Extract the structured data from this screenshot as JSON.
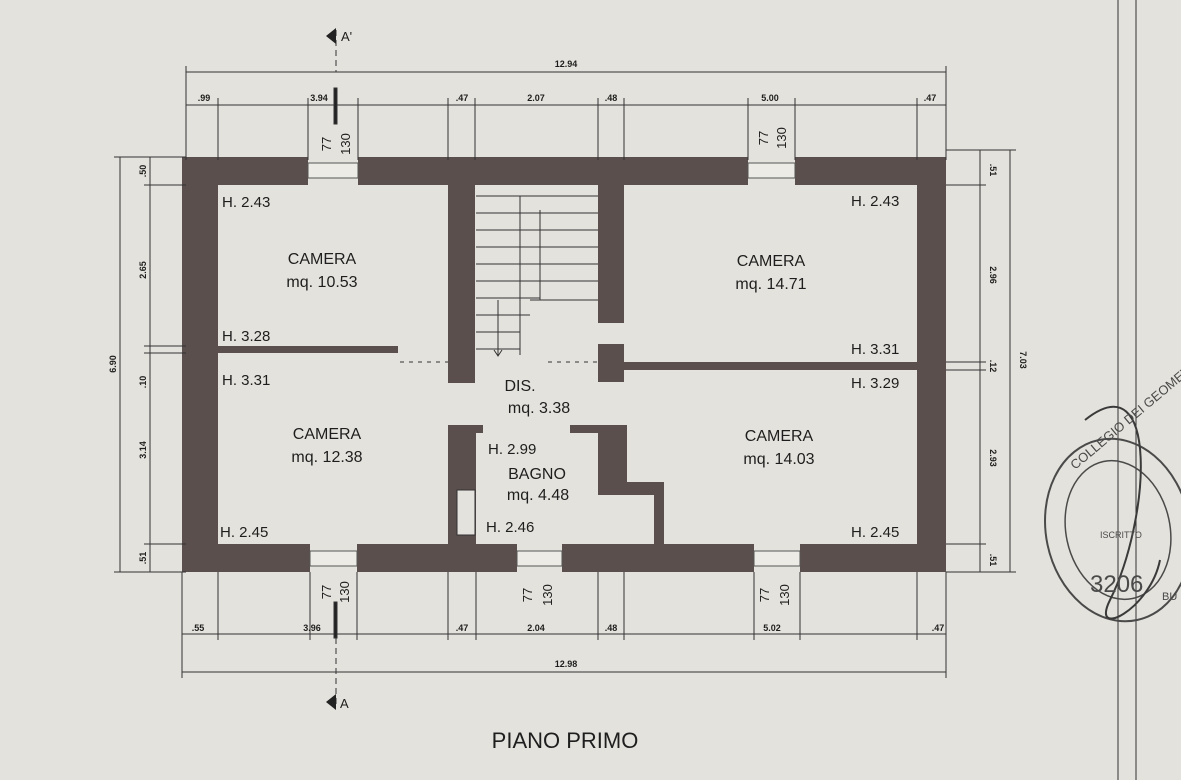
{
  "title": "PIANO PRIMO",
  "rooms": [
    {
      "name": "CAMERA",
      "area": "mq. 10.53"
    },
    {
      "name": "CAMERA",
      "area": "mq. 14.71"
    },
    {
      "name": "CAMERA",
      "area": "mq. 12.38"
    },
    {
      "name": "CAMERA",
      "area": "mq. 14.03"
    },
    {
      "name": "DIS.",
      "area": "mq. 3.38"
    },
    {
      "name": "BAGNO",
      "area": "mq. 4.48"
    }
  ],
  "heights": [
    "H. 2.43",
    "H. 2.43",
    "H. 3.28",
    "H. 3.31",
    "H. 3.31",
    "H. 3.29",
    "H. 2.99",
    "H. 2.45",
    "H. 2.46",
    "H. 2.45"
  ],
  "dims_top": {
    "total": "12.94",
    "parts": [
      ".99",
      "3.94",
      ".47",
      "2.07",
      ".48",
      "5.00",
      ".47"
    ]
  },
  "dims_bottom": {
    "total": "12.98",
    "parts": [
      ".55",
      "3.96",
      ".47",
      "2.04",
      ".48",
      "5.02",
      ".47"
    ]
  },
  "dims_left": {
    "total": "6.90",
    "parts": [
      ".50",
      "2.65",
      ".10",
      "3.14",
      ".51"
    ]
  },
  "dims_right": {
    "total": "7.03",
    "parts": [
      ".51",
      "2.96",
      ".12",
      "2.93",
      ".51"
    ]
  },
  "windows": {
    "width": "77",
    "height": "130"
  },
  "section": {
    "top": "A'",
    "bottom": "A"
  },
  "stamp": {
    "line1": "COLLEGIO DEI GEOMETRI",
    "line2": "ISCRITTO",
    "number": "3206",
    "suffix": "BU"
  }
}
